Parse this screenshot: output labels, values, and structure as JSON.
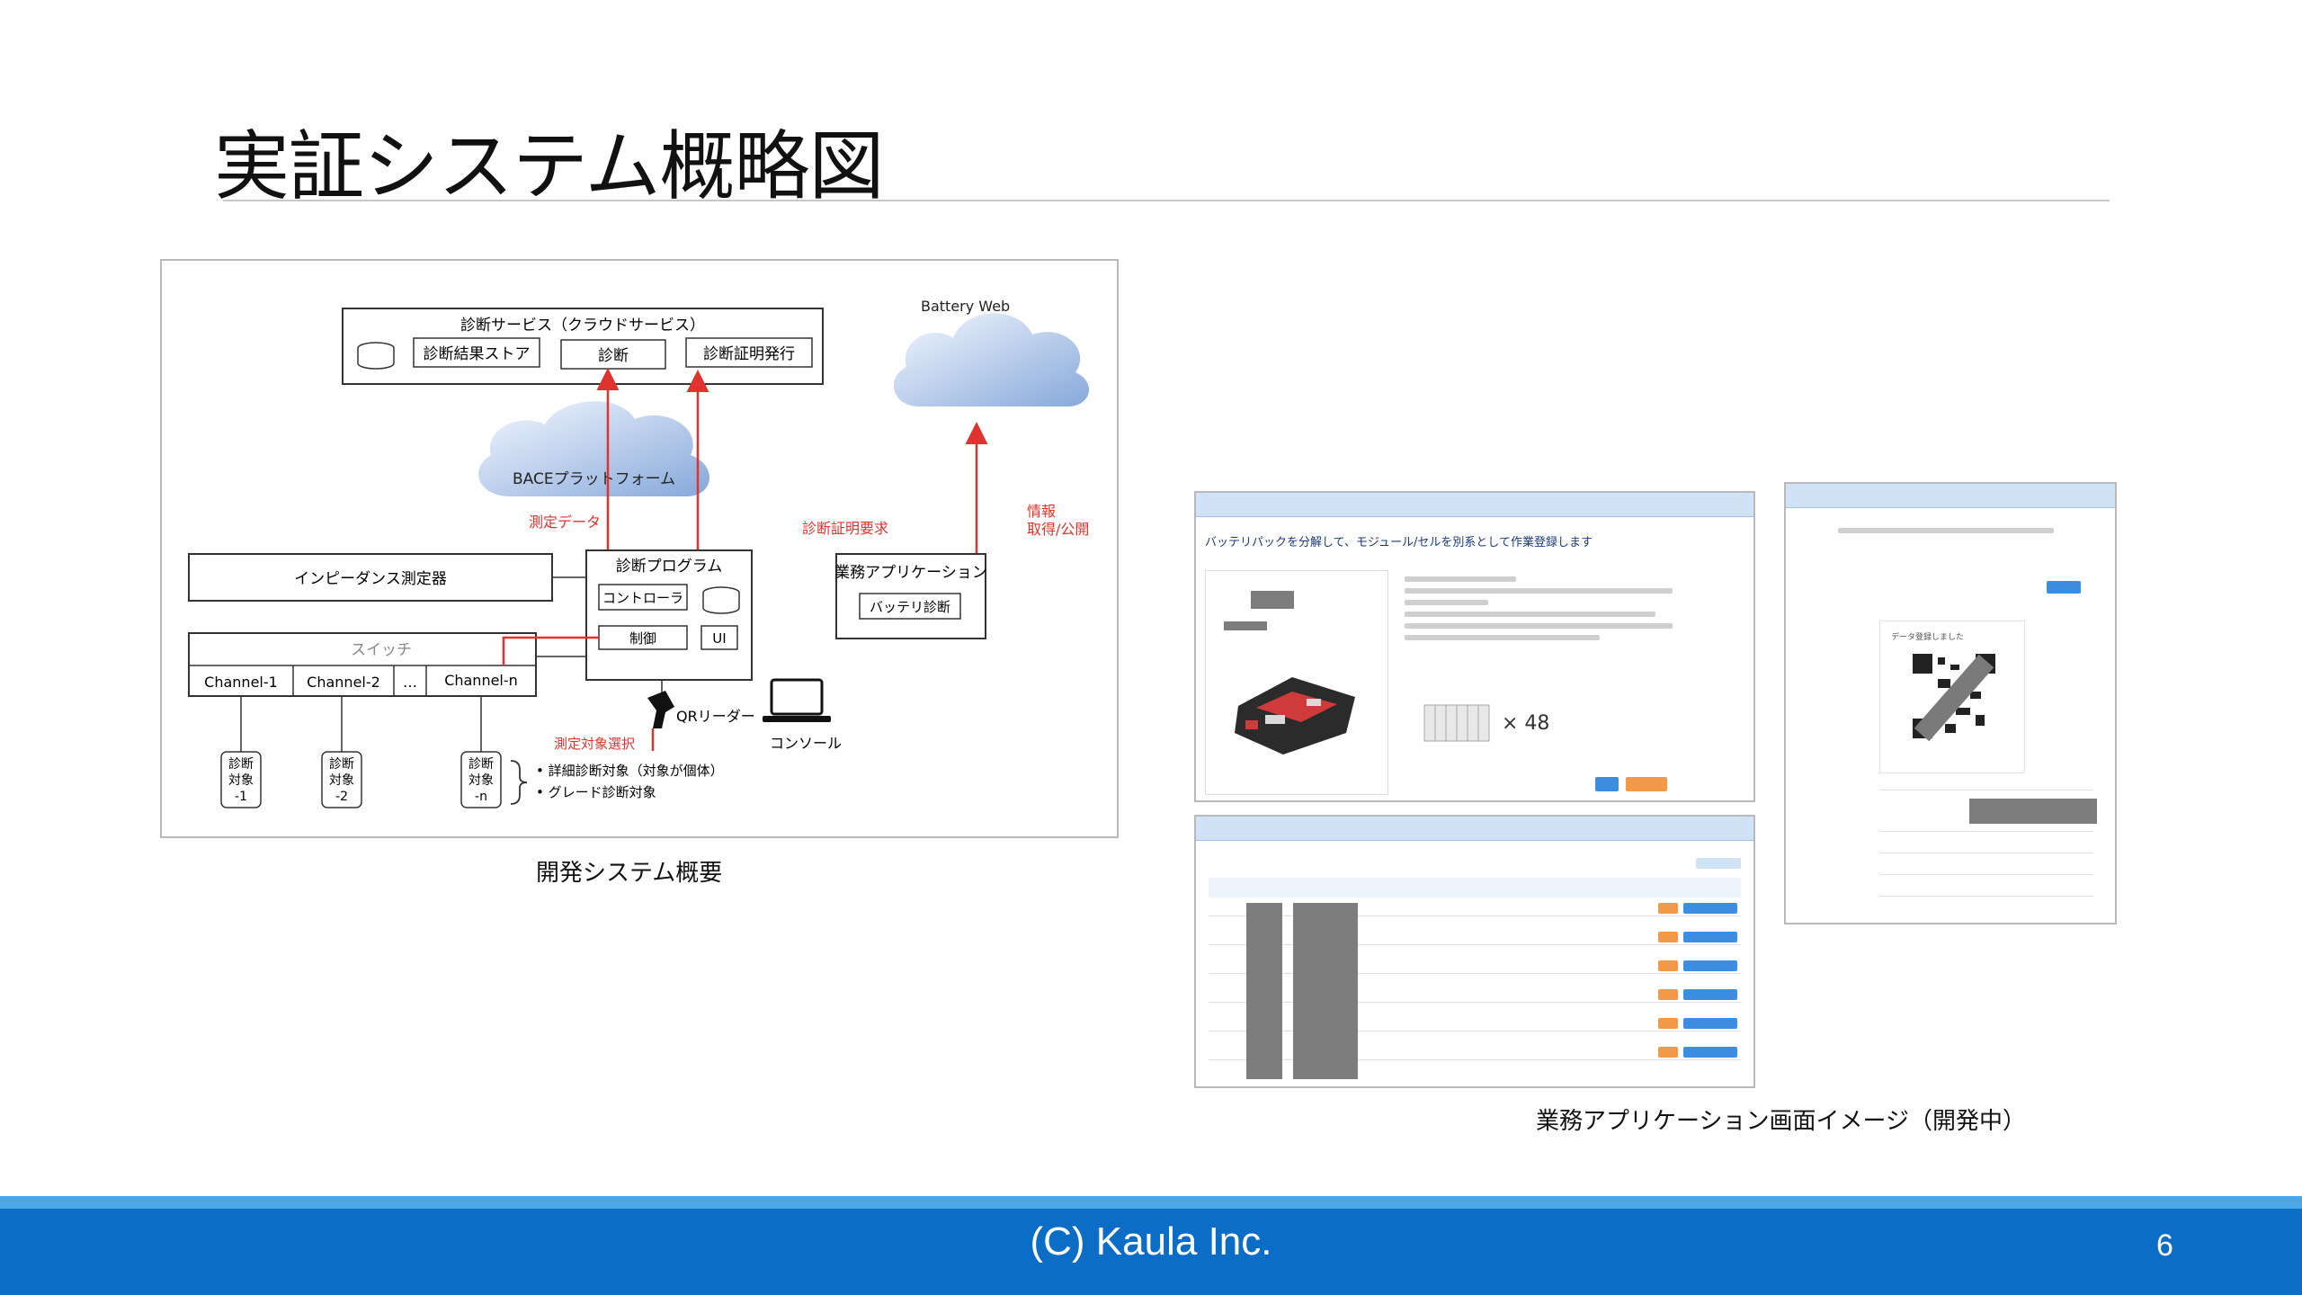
{
  "slide": {
    "title": "実証システム概略図",
    "page_number": "6",
    "footer": "(C) Kaula Inc."
  },
  "diagram": {
    "caption": "開発システム概要",
    "service_box_title": "診断サービス（クラウドサービス）",
    "service_store": "診断結果ストア",
    "service_diag": "診断",
    "service_cert": "診断証明発行",
    "cloud_battery_web": "Battery Web",
    "cloud_bace": "BACEプラットフォーム",
    "label_measure_data": "測定データ",
    "label_cert_request": "診断証明要求",
    "label_info": "情報",
    "label_info2": "取得/公開",
    "impedance": "インピーダンス測定器",
    "program_title": "診断プログラム",
    "controller": "コントローラ",
    "control": "制御",
    "ui": "UI",
    "biz_app": "業務アプリケーション",
    "battery_diag": "バッテリ診断",
    "switch": "スイッチ",
    "channel_1": "Channel-1",
    "channel_2": "Channel-2",
    "channel_dots": "…",
    "channel_n": "Channel-n",
    "qr_reader": "QRリーダー",
    "console": "コンソール",
    "select_target": "測定対象選択",
    "target_1_a": "診断",
    "target_1_b": "対象",
    "target_1_c": "-1",
    "target_2_a": "診断",
    "target_2_b": "対象",
    "target_2_c": "-2",
    "target_n_a": "診断",
    "target_n_b": "対象",
    "target_n_c": "-n",
    "bullet_1": "詳細診断対象（対象が個体）",
    "bullet_2": "グレード診断対象"
  },
  "screens": {
    "caption": "業務アプリケーション画面イメージ（開発中）",
    "top_heading": "バッテリパックを分解して、モジュール/セルを別系として作業登録します",
    "multiplier": "× 48",
    "qr_label": "データ登録しました"
  }
}
